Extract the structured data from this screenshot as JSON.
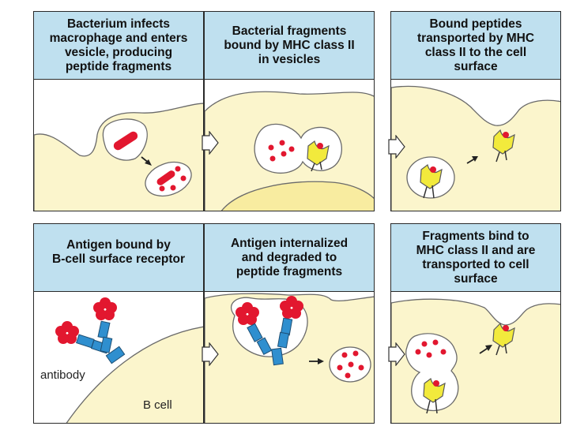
{
  "panels": [
    {
      "lines": [
        "Bacterium infects",
        "macrophage and enters",
        "vesicle, producing",
        "peptide fragments"
      ]
    },
    {
      "lines": [
        "Bacterial fragments",
        "bound by MHC class II",
        "in vesicles"
      ]
    },
    {
      "lines": [
        "Bound peptides",
        "transported by MHC",
        "class II to the cell",
        "surface"
      ]
    },
    {
      "lines": [
        "Antigen bound by",
        "B-cell surface receptor"
      ]
    },
    {
      "lines": [
        "Antigen internalized",
        "and degraded to",
        "peptide fragments"
      ]
    },
    {
      "lines": [
        "Fragments bind to",
        "MHC class II and are",
        "transported to cell",
        "surface"
      ]
    }
  ],
  "labels": {
    "antibody": "antibody",
    "bcell": "B cell"
  },
  "colors": {
    "header": "#bfe0ef",
    "cytoplasm": "#fbf5cc",
    "nucleus": "#f8eca0",
    "fragment": "#e2172f",
    "mhc": "#f2ea3c",
    "antibody": "#2f8fcf"
  }
}
